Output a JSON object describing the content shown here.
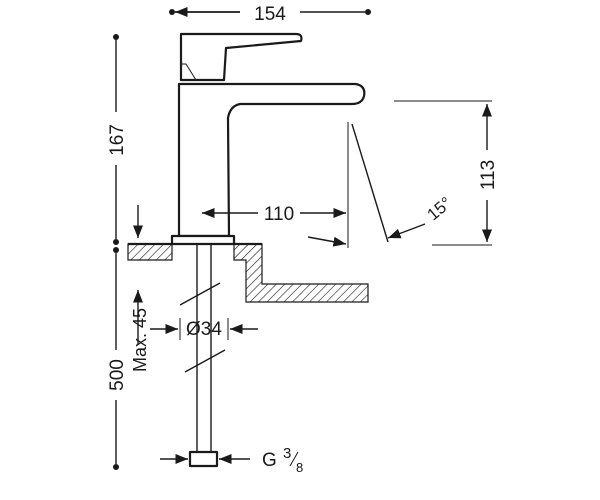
{
  "dimensions": {
    "width_total": "154",
    "height_total": "167",
    "spout_height": "113",
    "spout_reach": "110",
    "angle": "15°",
    "max_thickness": "Max. 45",
    "hole_diameter": "Ø34",
    "hose_length": "500",
    "thread_prefix": "G",
    "thread_num": "3",
    "thread_den": "8"
  },
  "colors": {
    "line": "#1a1a1a",
    "background": "#ffffff"
  }
}
